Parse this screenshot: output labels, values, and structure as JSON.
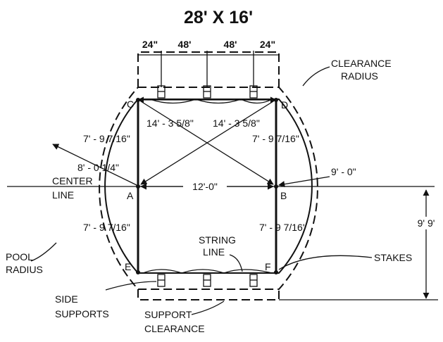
{
  "title": "28' X 16'",
  "colors": {
    "ink": "#111111",
    "background": "#ffffff"
  },
  "labels": {
    "top_dim_1": "24\"",
    "top_dim_2": "48'",
    "top_dim_3": "48'",
    "top_dim_4": "24\"",
    "clearance_radius_1": "CLEARANCE",
    "clearance_radius_2": "RADIUS",
    "point_c": "C",
    "point_d": "D",
    "point_a": "A",
    "point_b": "B",
    "point_e": "E",
    "point_f": "F",
    "diag_1": "14' - 3 5/8\"",
    "diag_2": "14' - 3 5/8\"",
    "ul_dim": "7' - 9 7/16\"",
    "ur_dim": "7' - 9 7/16\"",
    "ll_dim": "7' - 9 7/16\"",
    "lr_dim": "7' - 9 7/16'",
    "left_radius": "8' - 0 1/4\"",
    "right_radius": "9' - 0\"",
    "center_line_1": "CENTER",
    "center_line_2": "LINE",
    "ab_dim": "12'-0\"",
    "half_width": "9' 9'",
    "string_line_1": "STRING",
    "string_line_2": "LINE",
    "stakes": "STAKES",
    "pool_radius_1": "POOL",
    "pool_radius_2": "RADIUS",
    "side_supports_1": "SIDE",
    "side_supports_2": "SUPPORTS",
    "support_clearance_1": "SUPPORT",
    "support_clearance_2": "CLEARANCE"
  }
}
